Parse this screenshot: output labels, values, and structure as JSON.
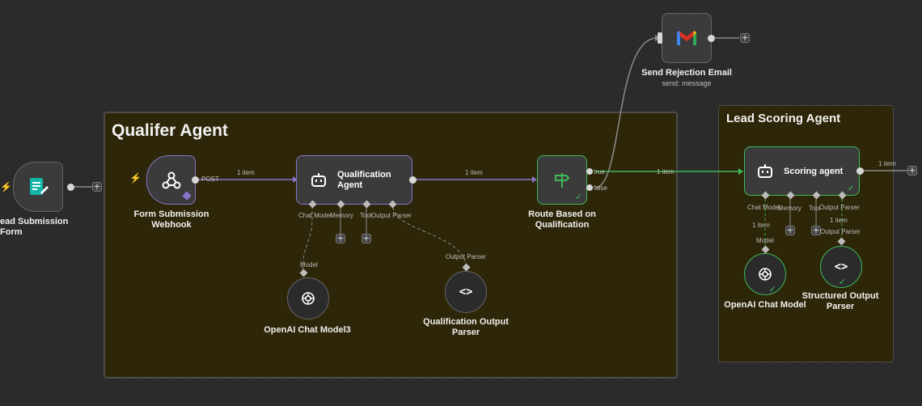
{
  "stickies": {
    "qualifier_title": "Qualifer Agent",
    "lead_scoring_title": "Lead Scoring Agent"
  },
  "nodes": {
    "lead_form": {
      "label": "ead Submission Form"
    },
    "webhook": {
      "label_line1": "Form Submission",
      "label_line2": "Webhook",
      "output": "POST"
    },
    "qual_agent": {
      "title_line1": "Qualification",
      "title_line2": "Agent",
      "ports": [
        "Chat Model",
        "Memory",
        "Tool",
        "Output Parser"
      ]
    },
    "openai3": {
      "label": "OpenAI Chat Model3",
      "conn": "Model"
    },
    "qual_parser": {
      "label_line1": "Qualification Output",
      "label_line2": "Parser",
      "conn": "Output Parser"
    },
    "route": {
      "label_line1": "Route Based on",
      "label_line2": "Qualification",
      "out_true": "true",
      "out_false": "false"
    },
    "gmail": {
      "label": "Send Rejection Email",
      "sub": "send: message"
    },
    "scoring": {
      "title": "Scoring agent",
      "ports": [
        "Chat Model",
        "Memory",
        "Tool",
        "Output Parser"
      ],
      "out_items": "1 item"
    },
    "openai": {
      "label": "OpenAI Chat Model",
      "conn": "Model",
      "items": "1 item"
    },
    "struct_parser": {
      "label_line1": "Structured Output",
      "label_line2": "Parser",
      "conn": "Output Parser",
      "items": "1 item"
    }
  },
  "edges": {
    "webhook_to_agent": "1 item",
    "agent_to_route": "1 item",
    "route_to_scoring": "1 item"
  },
  "colors": {
    "purple": "#8a74c9",
    "green": "#3fb95a",
    "gray_wire": "#8a8a8a",
    "gmail_red": "#d93025"
  }
}
